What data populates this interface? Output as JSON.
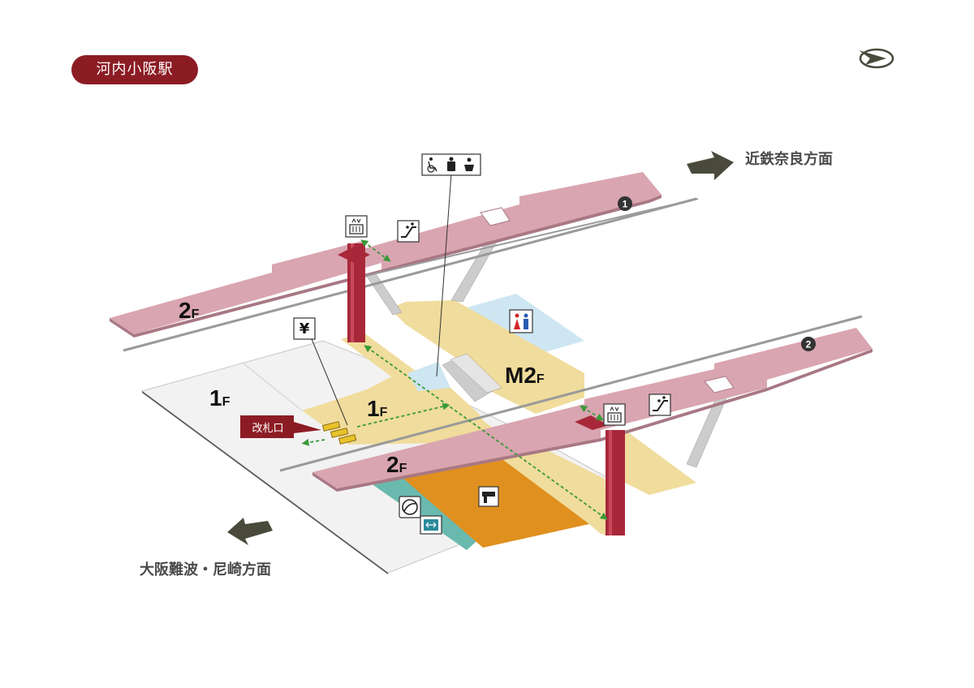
{
  "station": {
    "name": "河内小阪駅"
  },
  "directions": {
    "east": "近鉄奈良方面",
    "west": "大阪難波・尼崎方面"
  },
  "floors": {
    "upper_platform": "2",
    "lower_platform": "2",
    "mezzanine": "M2",
    "concourse": "1",
    "ground": "1",
    "suffix": "F"
  },
  "platforms": {
    "one": "1",
    "two": "2"
  },
  "ticket_gate": {
    "label": "改札口"
  },
  "icons": {
    "facilities_sign": [
      "wheelchair-icon",
      "toilet-icon",
      "baby-icon"
    ],
    "toilet_sign": "mens-womens-toilet-icon",
    "elevator": "elevator-icon",
    "escalator": "escalator-icon",
    "ticket_machine": "yen-icon",
    "shop": "shop-icon",
    "locker": "coin-locker-icon",
    "exit": "exit-arrow-icon",
    "logo": "railway-logo-icon"
  },
  "colors": {
    "brand": "#8c1c24",
    "platform": "#d9a5b0",
    "concourse": "#f0dc9c",
    "restroom_area": "#cde6f2",
    "shop_area": "#e0901e",
    "teal_area": "#6ab9ae",
    "floor_gray": "#f2f2f2",
    "arrow": "#4a4a3c",
    "path": "#3a9a3a"
  }
}
